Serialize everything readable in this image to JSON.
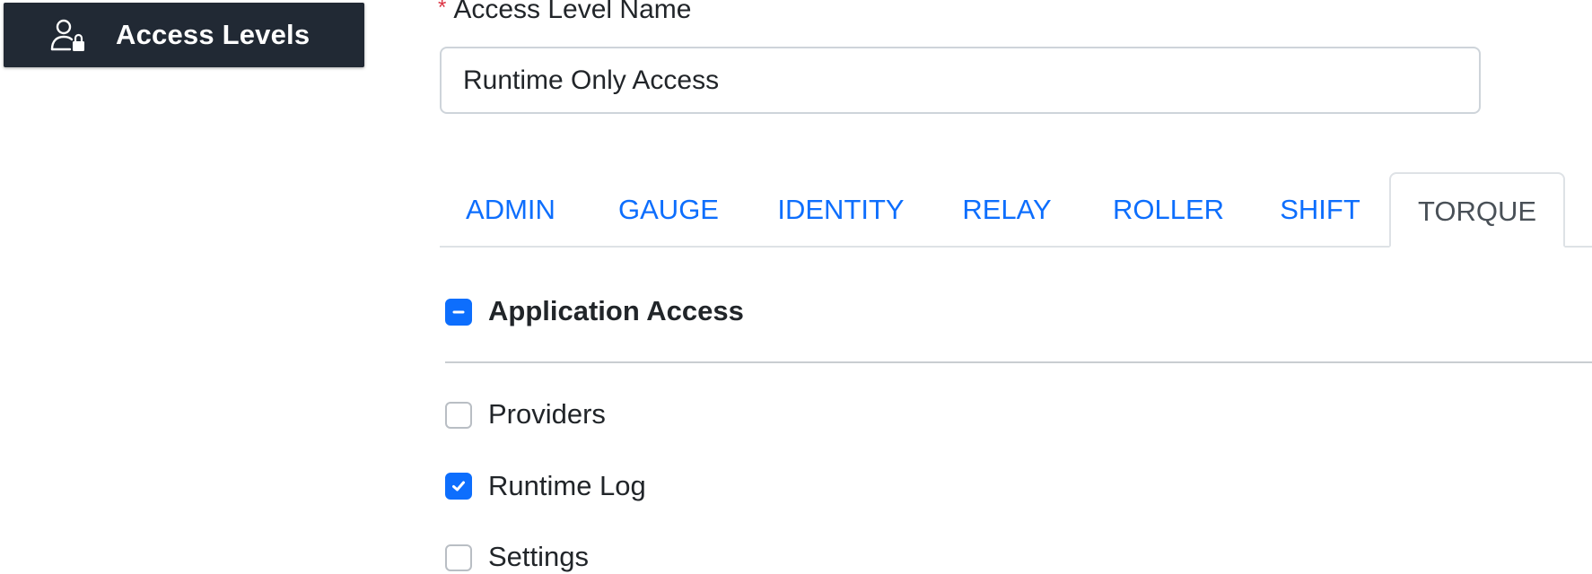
{
  "sidebar": {
    "access_levels_label": "Access Levels",
    "icon": "user-lock-icon"
  },
  "form": {
    "required_marker": "*",
    "name_label": "Access Level Name",
    "name_value": "Runtime Only Access"
  },
  "tabs": [
    {
      "label": "ADMIN",
      "active": false
    },
    {
      "label": "GAUGE",
      "active": false
    },
    {
      "label": "IDENTITY",
      "active": false
    },
    {
      "label": "RELAY",
      "active": false
    },
    {
      "label": "ROLLER",
      "active": false
    },
    {
      "label": "SHIFT",
      "active": false
    },
    {
      "label": "TORQUE",
      "active": true
    }
  ],
  "permissions": {
    "group": {
      "label": "Application Access",
      "state": "indeterminate"
    },
    "items": [
      {
        "label": "Providers",
        "checked": false
      },
      {
        "label": "Runtime Log",
        "checked": true
      },
      {
        "label": "Settings",
        "checked": false
      }
    ]
  },
  "colors": {
    "sidebar_bg": "#212934",
    "accent": "#0d6efd",
    "required": "#dc3545"
  }
}
